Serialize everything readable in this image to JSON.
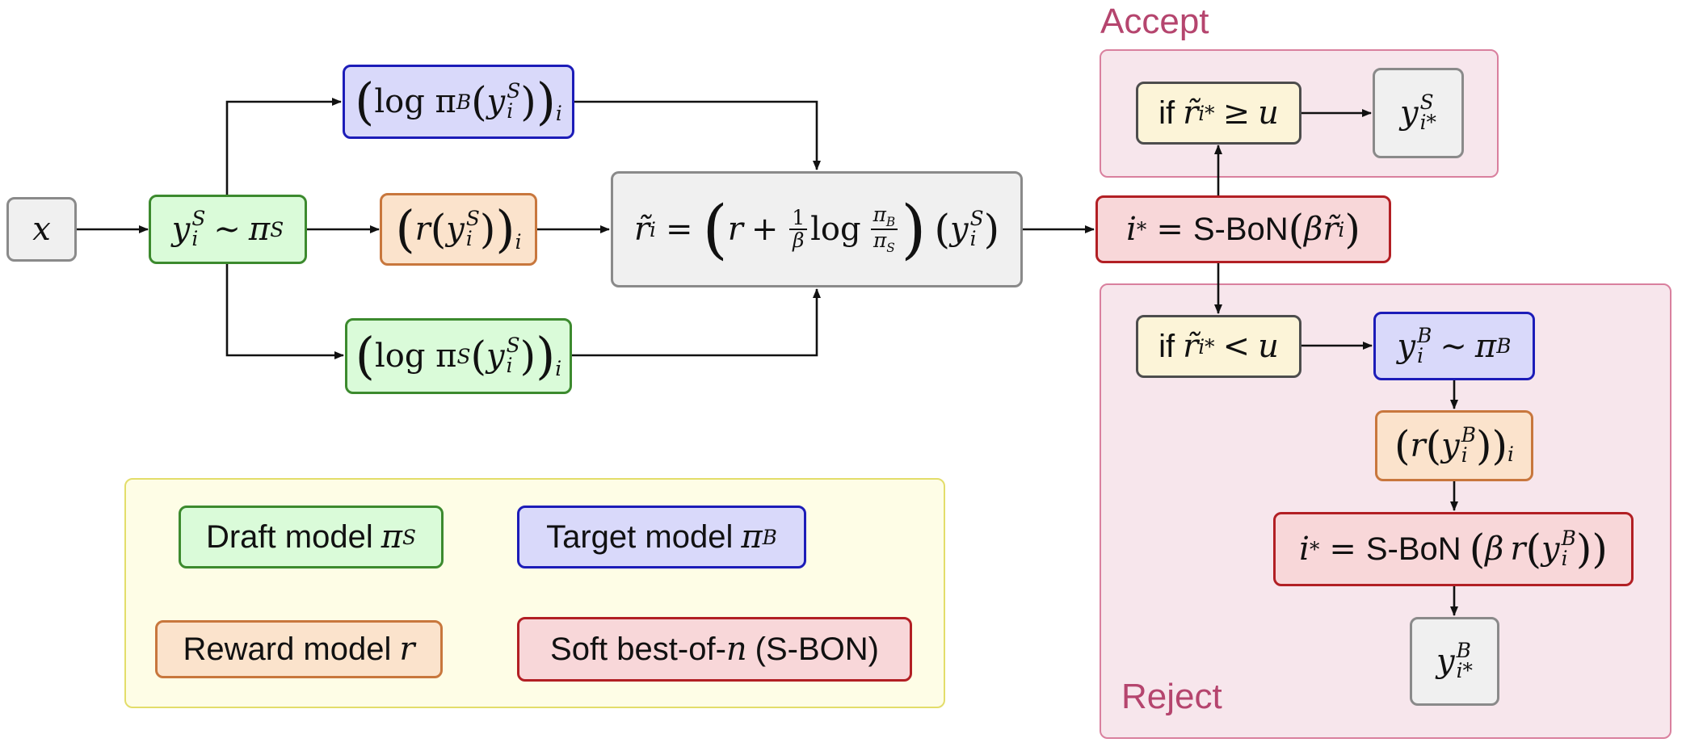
{
  "regions": {
    "accept_label": "Accept",
    "reject_label": "Reject"
  },
  "nodes": {
    "x": "x",
    "draft_sample": {
      "y": "y",
      "i": "i",
      "S": "S",
      "op": "∼",
      "pi": "π",
      "piS": "S"
    },
    "log_pb": {
      "lead": "log π",
      "B": "B",
      "y": "y",
      "S": "S",
      "i": "i",
      "outer": "i"
    },
    "reward_s": {
      "r": "r",
      "y": "y",
      "S": "S",
      "i": "i",
      "outer": "i"
    },
    "log_ps": {
      "lead": "log π",
      "Ssub": "S",
      "y": "y",
      "S": "S",
      "i": "i",
      "outer": "i"
    },
    "tilde_r": {
      "lhs": "r̃",
      "i": "i",
      "eq": "=",
      "r": "r",
      "plus": "+",
      "one": "1",
      "beta": "β",
      "log": "log",
      "piB": "π",
      "B": "B",
      "piS": "π",
      "S": "S",
      "y": "y",
      "yS": "S",
      "yi": "i"
    },
    "sbon_top": {
      "istar": "i",
      "star": "*",
      "eq": "=",
      "label": "S-BoN",
      "beta": "β",
      "r": "r̃",
      "i": "i"
    },
    "if_accept": {
      "if": "if",
      "r": "r̃",
      "sub": "i*",
      "op": "≥",
      "u": "u"
    },
    "y_accept": {
      "y": "y",
      "sup": "S",
      "sub": "i*"
    },
    "if_reject": {
      "if": "if",
      "r": "r̃",
      "sub": "i*",
      "op": "<",
      "u": "u"
    },
    "target_sample": {
      "y": "y",
      "B": "B",
      "i": "i",
      "op": "∼",
      "pi": "π",
      "piB": "B"
    },
    "reward_b": {
      "r": "r",
      "y": "y",
      "B": "B",
      "i": "i",
      "outer": "i"
    },
    "sbon_bottom": {
      "istar": "i",
      "star": "*",
      "eq": "=",
      "label": "S-BoN",
      "beta": "β",
      "r": "r",
      "y": "y",
      "B": "B",
      "i": "i"
    },
    "y_reject": {
      "y": "y",
      "sup": "B",
      "sub": "i*"
    }
  },
  "legend": {
    "draft": {
      "label": "Draft model",
      "sym": "π",
      "sub": "S"
    },
    "target": {
      "label": "Target model",
      "sym": "π",
      "sub": "B"
    },
    "reward": {
      "label": "Reward model",
      "sym": "r"
    },
    "sbon": {
      "label_pre": "Soft best-of-",
      "sym": "n",
      "label_post": "(S-BON)"
    }
  },
  "colors": {
    "gray": "#f0f0f0",
    "green": "#dafbd9",
    "blue": "#d9d9fa",
    "orange": "#fbe3cc",
    "red": "#f8d7d9",
    "cream": "#fcf4d8",
    "region_pink": "#f7e6ec",
    "legend_yellow": "#fefde6",
    "region_label": "#b5456e"
  }
}
